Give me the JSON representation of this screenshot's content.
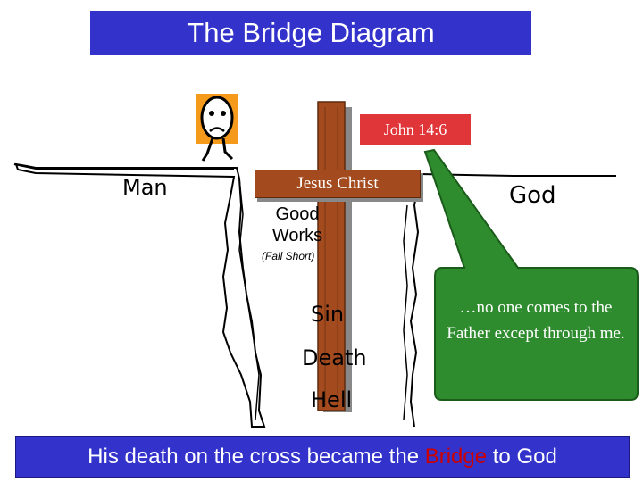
{
  "title": "The Bridge Diagram",
  "labels": {
    "man": "Man",
    "god": "God",
    "good_works": "Good Works",
    "fall_short": "(Fall Short)",
    "sin": "Sin",
    "death": "Death",
    "hell": "Hell"
  },
  "cross": {
    "label": "Jesus Christ"
  },
  "scripture": {
    "reference": "John 14:6",
    "quote": "…no one comes to the Father except through me."
  },
  "footer": {
    "before": "His death on the cross became the ",
    "highlight": "Bridge",
    "after": " to God"
  },
  "colors": {
    "title_bg": "#3333cc",
    "footer_bg": "#3333cc",
    "scripture_bg": "#e0363a",
    "bubble_bg": "#2e8b2e",
    "cross_wood": "#a34b1f",
    "highlight": "#cc0000"
  }
}
